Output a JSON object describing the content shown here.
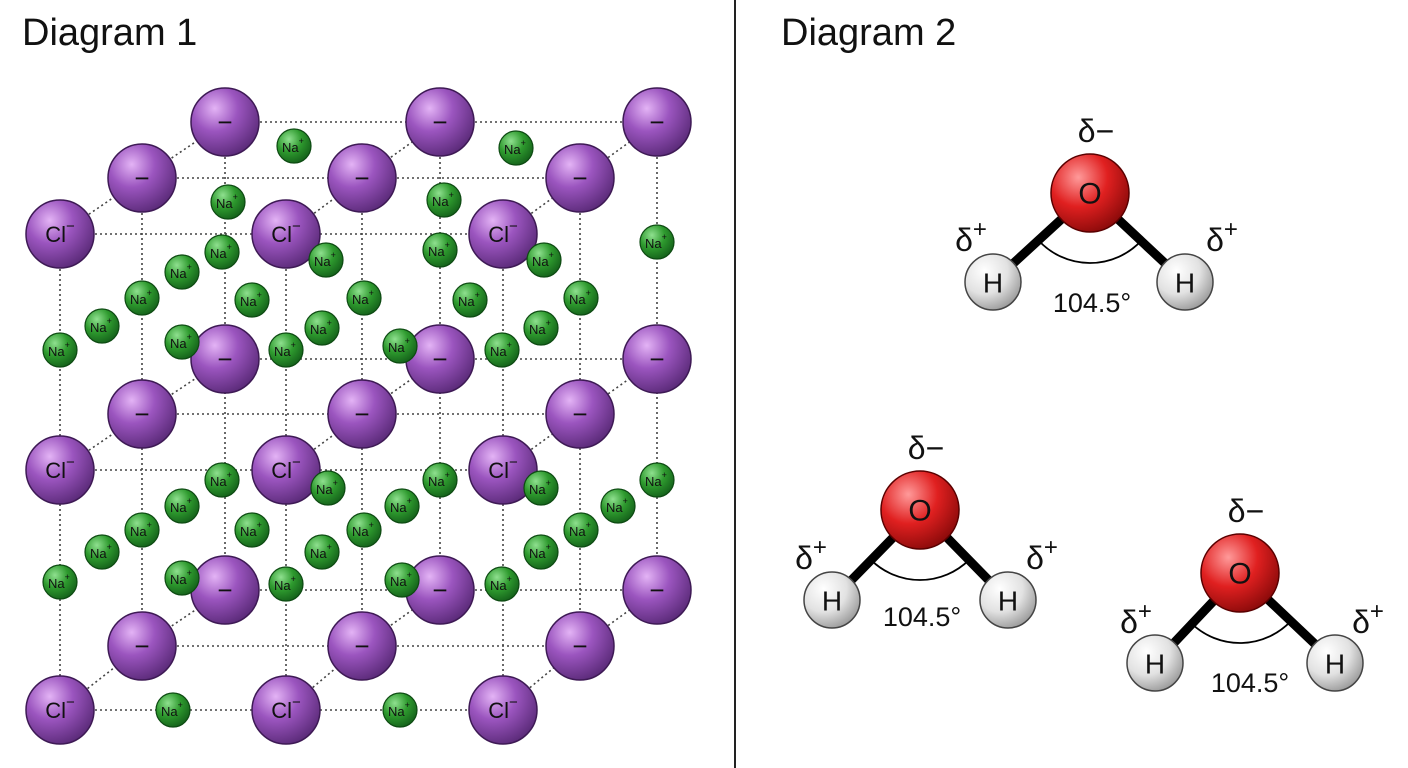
{
  "panels": {
    "left_title": "Diagram 1",
    "right_title": "Diagram 2"
  },
  "lattice": {
    "chloride_label": "Cl",
    "chloride_charge": "−",
    "sodium_label": "Na",
    "sodium_charge": "+",
    "chloride_color": "#8a4aa8",
    "sodium_color": "#2f9a2f"
  },
  "water": {
    "oxygen_label": "O",
    "hydrogen_label": "H",
    "delta_minus": "δ−",
    "delta_symbol": "δ",
    "plus_sign": "+",
    "angle_label": "104.5°",
    "oxygen_color": "#d81e1e",
    "hydrogen_color": "#e8e8e8",
    "molecule_count": 3
  }
}
